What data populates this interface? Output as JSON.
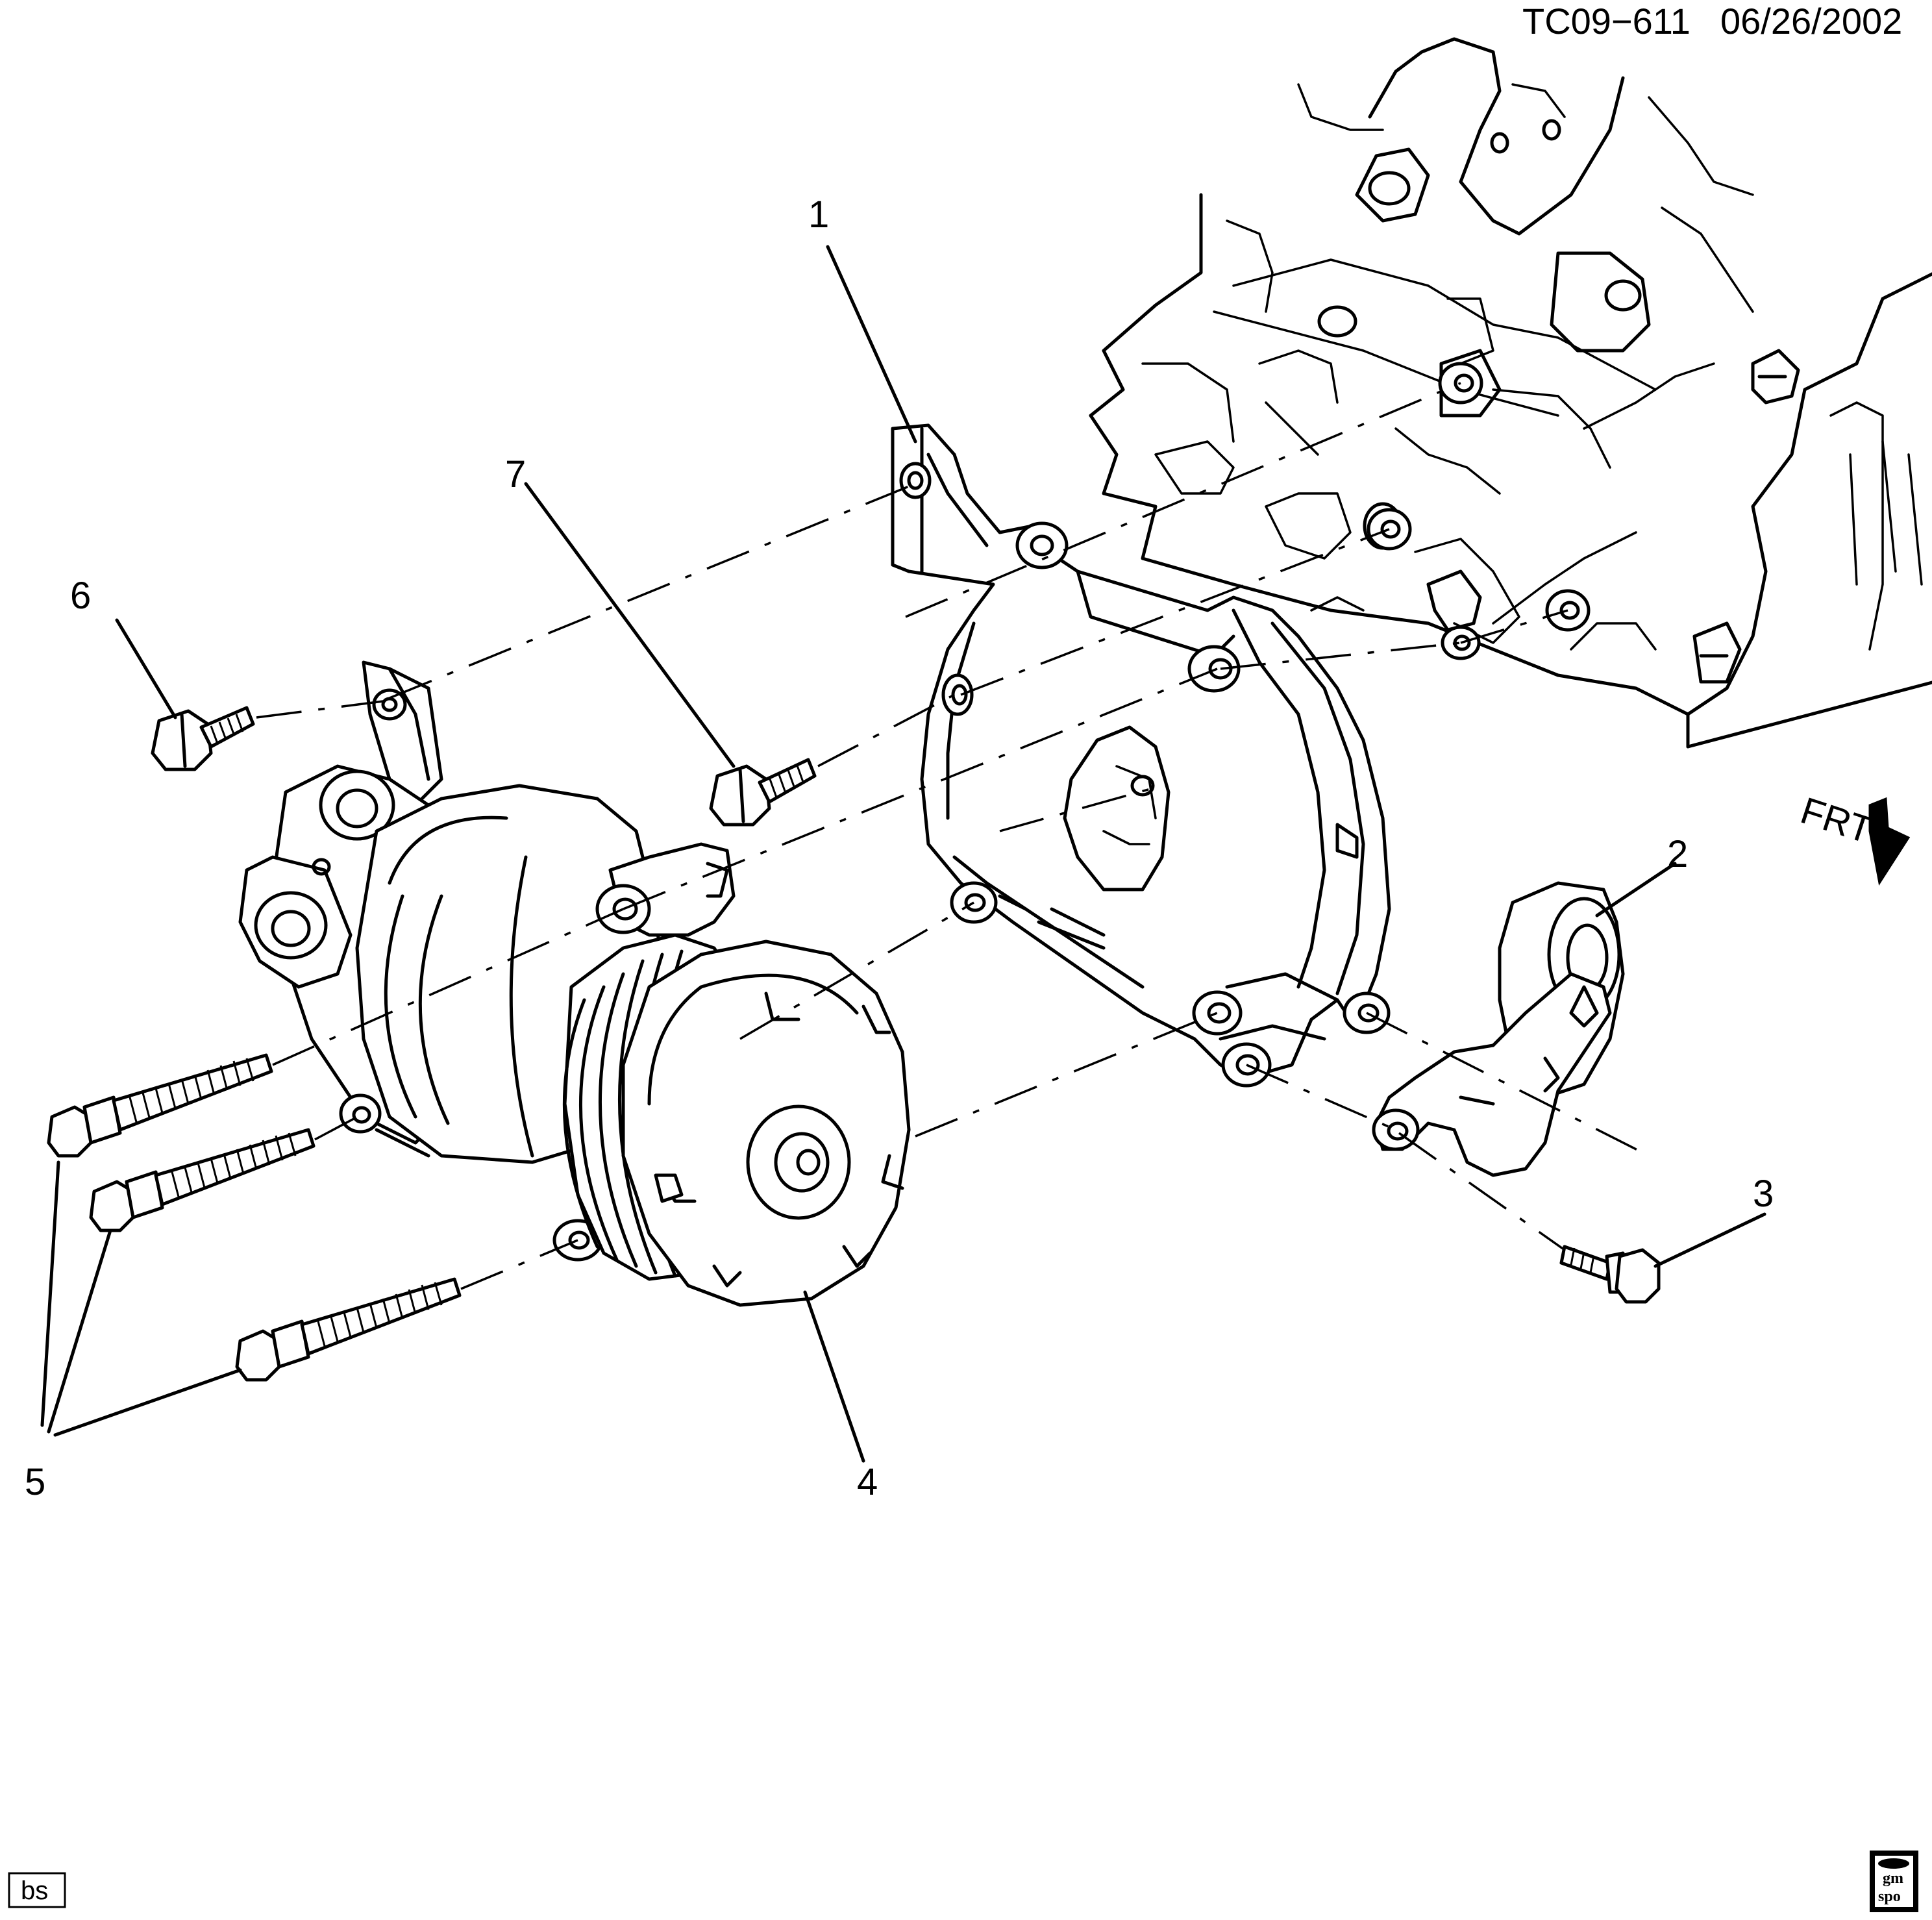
{
  "header": {
    "diagram_id": "TC09−611",
    "date": "06/26/2002"
  },
  "direction_marker": {
    "label": "FRT"
  },
  "callouts": [
    {
      "id": "1",
      "label": "1"
    },
    {
      "id": "2",
      "label": "2"
    },
    {
      "id": "3",
      "label": "3"
    },
    {
      "id": "4",
      "label": "4"
    },
    {
      "id": "5",
      "label": "5"
    },
    {
      "id": "6",
      "label": "6"
    },
    {
      "id": "7",
      "label": "7"
    }
  ],
  "corner_badges": {
    "left": "bs",
    "right_top": "gm",
    "right_bottom": "spo"
  }
}
